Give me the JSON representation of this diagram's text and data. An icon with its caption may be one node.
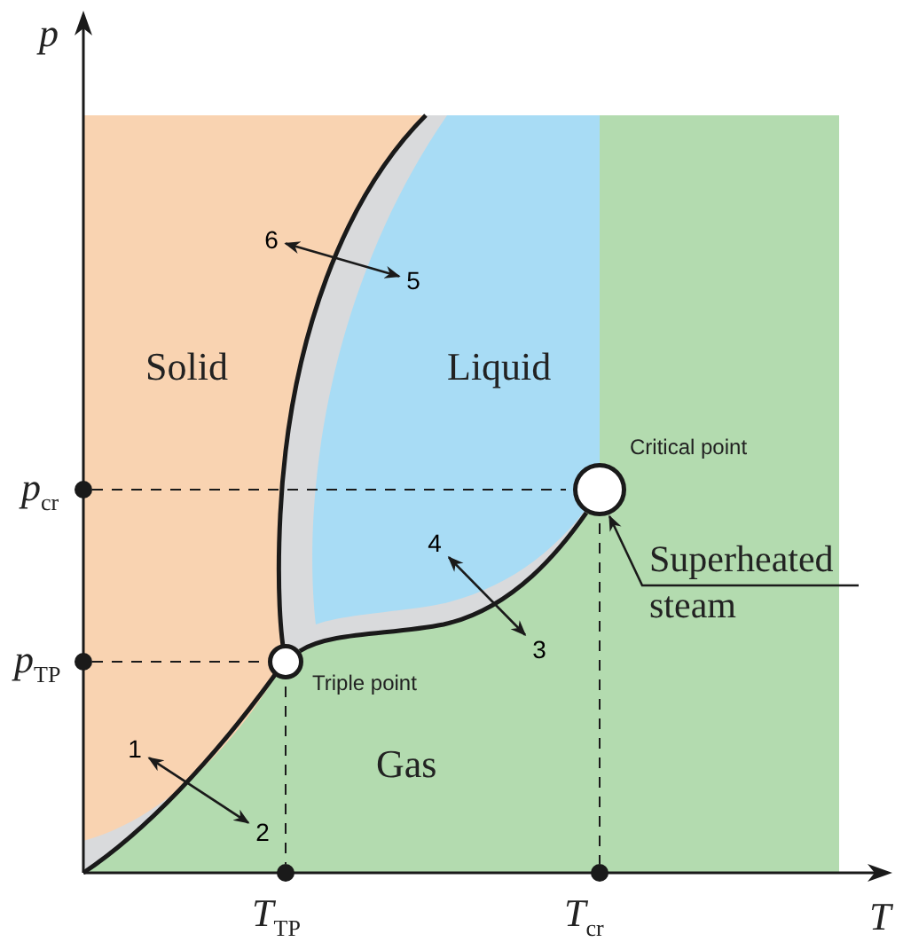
{
  "diagram": {
    "nodes": [
      {
        "text": [
          "6"
        ]
      },
      {
        "text": [
          "5"
        ]
      },
      {
        "text": [],
        "shape": "circle",
        "beside": [
          "Critical point"
        ]
      },
      {
        "text": [
          "4"
        ]
      },
      {
        "text": [
          "Superheated steam"
        ]
      },
      {
        "text": [
          "3"
        ]
      },
      {
        "text": [],
        "shape": "circle",
        "beside": [
          "Triple point"
        ]
      },
      {
        "text": [
          "1"
        ]
      },
      {
        "text": [
          "2"
        ]
      }
    ],
    "edges": [
      {
        "from": 0,
        "to": 1,
        "arrow": "both"
      },
      {
        "from": 3,
        "to": 5,
        "arrow": "both"
      },
      {
        "from": 4,
        "to": 2,
        "arrow": "to"
      },
      {
        "from": 7,
        "to": 8,
        "arrow": "both"
      },
      {
        "from": 6,
        "to": 2,
        "arrow": "none"
      }
    ],
    "labels": [
      "p",
      "Solid",
      "Liquid",
      "*p*$_{cr}$",
      "*p*$_{TP}$",
      "Gas",
      "*T*$_{TP}$",
      "*T*$_{cr}$",
      "T"
    ]
  }
}
